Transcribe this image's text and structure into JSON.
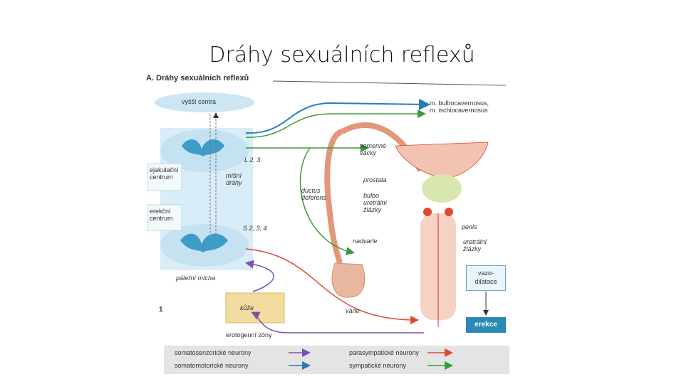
{
  "slide": {
    "title": "Dráhy sexuálních reflexů"
  },
  "figure": {
    "heading": "A. Dráhy sexuálních reflexů",
    "number": "1",
    "labels": {
      "higher_centers": "vyšší centra",
      "muscles": "m. bulbocavernosus,\nm. ischiocavernosus",
      "l23": "L 2, 3",
      "seminal_vesicles": "semenné\nvácky",
      "ejaculation_center": "ejakulační\ncentrum",
      "spinal_tracts": "míšní\ndráhy",
      "prostate": "prostata",
      "ductus_deferens": "ductus\ndeferens",
      "bulbourethral": "bulbo\nuretrální\nžlázky",
      "erection_center": "erekční\ncentrum",
      "s234": "S 2, 3, 4",
      "penis": "penis",
      "epididymis": "nadvarle",
      "urethral_glands": "uretrální\nžlázky",
      "spinal_cord": "páteřní mícha",
      "vasodilation": "vazo-\ndilatace",
      "skin": "kůže",
      "testis": "varle",
      "erection": "erekce",
      "erogenous_zones": "erotogenní zóny"
    },
    "legend": [
      {
        "label": "somatosenzorické neurony",
        "color": "#7a4fb0"
      },
      {
        "label": "somatomotorické neurony",
        "color": "#2a7ab8"
      },
      {
        "label": "parasympatické neurony",
        "color": "#e0492f"
      },
      {
        "label": "sympatické neurony",
        "color": "#3a9a3a"
      }
    ]
  }
}
